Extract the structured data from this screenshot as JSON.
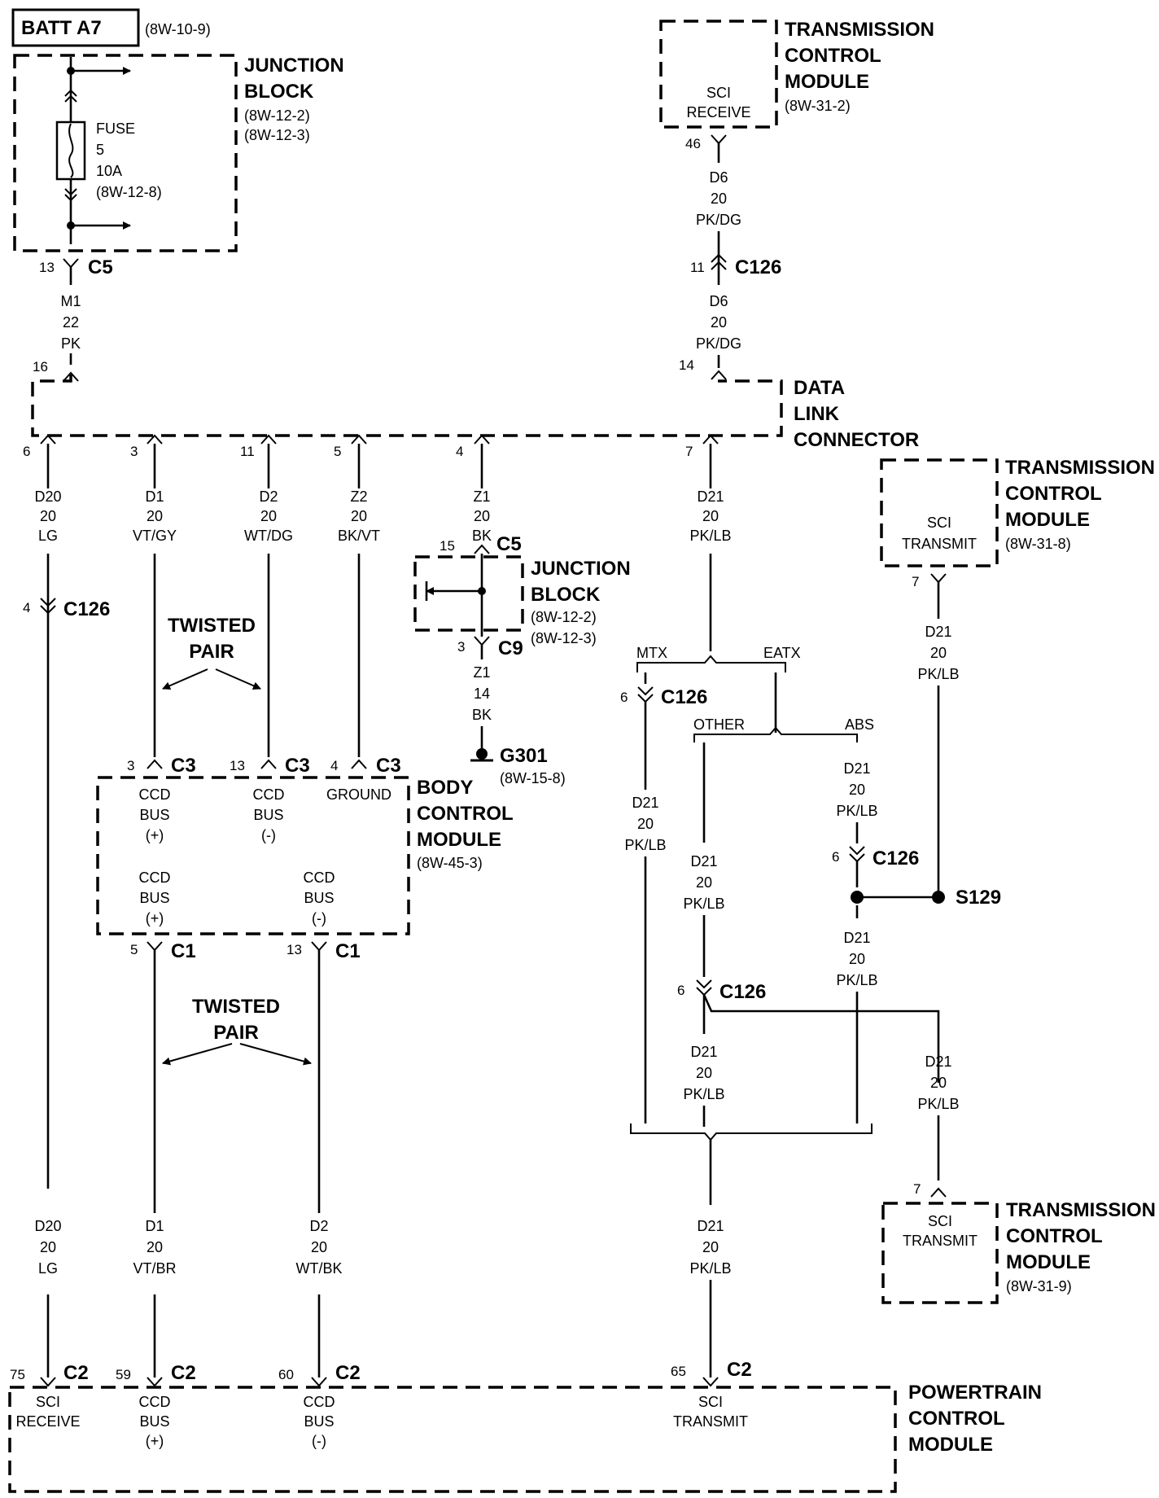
{
  "batt": {
    "label": "BATT A7",
    "ref": "(8W-10-9)"
  },
  "jb_top": {
    "title1": "JUNCTION",
    "title2": "BLOCK",
    "ref1": "(8W-12-2)",
    "ref2": "(8W-12-3)"
  },
  "fuse": {
    "line1": "FUSE",
    "line2": "5",
    "line3": "10A",
    "line4": "(8W-12-8)"
  },
  "c5_top": {
    "pin": "13",
    "label": "C5"
  },
  "wire_m1": {
    "l1": "M1",
    "l2": "22",
    "l3": "PK"
  },
  "dlc": {
    "title1": "DATA",
    "title2": "LINK",
    "title3": "CONNECTOR",
    "pin16": "16",
    "pin14": "14",
    "p6": "6",
    "p3": "3",
    "p11": "11",
    "p5": "5",
    "p4": "4",
    "p7": "7"
  },
  "wire_d20": {
    "l1": "D20",
    "l2": "20",
    "l3": "LG"
  },
  "c126_left": {
    "pin": "4",
    "label": "C126"
  },
  "wire_d20b": {
    "l1": "D20",
    "l2": "20",
    "l3": "LG"
  },
  "wire_d1": {
    "l1": "D1",
    "l2": "20",
    "l3": "VT/GY"
  },
  "wire_d2": {
    "l1": "D2",
    "l2": "20",
    "l3": "WT/DG"
  },
  "wire_z2": {
    "l1": "Z2",
    "l2": "20",
    "l3": "BK/VT"
  },
  "twisted_top": {
    "l1": "TWISTED",
    "l2": "PAIR"
  },
  "twisted_bot": {
    "l1": "TWISTED",
    "l2": "PAIR"
  },
  "bcm": {
    "title1": "BODY",
    "title2": "CONTROL",
    "title3": "MODULE",
    "ref": "(8W-45-3)",
    "c3_label": "C3",
    "c3a_pin": "3",
    "c3b_pin": "13",
    "c3c_pin": "4",
    "c1_label": "C1",
    "c1a_pin": "5",
    "c1b_pin": "13",
    "t1a": "CCD",
    "t1b": "BUS",
    "t1c": "(+)",
    "t2a": "CCD",
    "t2b": "BUS",
    "t2c": "(-)",
    "t3": "GROUND",
    "b1a": "CCD",
    "b1b": "BUS",
    "b1c": "(+)",
    "b2a": "CCD",
    "b2b": "BUS",
    "b2c": "(-)"
  },
  "wire_d1b": {
    "l1": "D1",
    "l2": "20",
    "l3": "VT/BR"
  },
  "wire_d2b": {
    "l1": "D2",
    "l2": "20",
    "l3": "WT/BK"
  },
  "wire_z1": {
    "l1": "Z1",
    "l2": "20",
    "l3": "BK"
  },
  "jb_mid": {
    "title1": "JUNCTION",
    "title2": "BLOCK",
    "ref1": "(8W-12-2)",
    "ref2": "(8W-12-3)",
    "c5_pin": "15",
    "c5_label": "C5",
    "c9_pin": "3",
    "c9_label": "C9"
  },
  "wire_z1b": {
    "l1": "Z1",
    "l2": "14",
    "l3": "BK"
  },
  "ground": {
    "label": "G301",
    "ref": "(8W-15-8)"
  },
  "tcm_top": {
    "title1": "TRANSMISSION",
    "title2": "CONTROL",
    "title3": "MODULE",
    "ref": "(8W-31-2)",
    "t1": "SCI",
    "t2": "RECEIVE",
    "pin": "46"
  },
  "wire_d6a": {
    "l1": "D6",
    "l2": "20",
    "l3": "PK/DG"
  },
  "c126_top": {
    "pin": "11",
    "label": "C126"
  },
  "wire_d6b": {
    "l1": "D6",
    "l2": "20",
    "l3": "PK/DG"
  },
  "wire_d21a": {
    "l1": "D21",
    "l2": "20",
    "l3": "PK/LB"
  },
  "split1": {
    "left": "MTX",
    "right": "EATX"
  },
  "c126_mtx": {
    "pin": "6",
    "label": "C126"
  },
  "wire_d21mtx": {
    "l1": "D21",
    "l2": "20",
    "l3": "PK/LB"
  },
  "split2": {
    "left": "OTHER",
    "right": "ABS"
  },
  "wire_d21oth": {
    "l1": "D21",
    "l2": "20",
    "l3": "PK/LB"
  },
  "c126_oth": {
    "pin": "6",
    "label": "C126"
  },
  "wire_d21oth2": {
    "l1": "D21",
    "l2": "20",
    "l3": "PK/LB"
  },
  "wire_d21r": {
    "l1": "D21",
    "l2": "20",
    "l3": "PK/LB"
  },
  "wire_d21abs": {
    "l1": "D21",
    "l2": "20",
    "l3": "PK/LB"
  },
  "c126_abs": {
    "pin": "6",
    "label": "C126"
  },
  "splice": {
    "label": "S129"
  },
  "wire_d21abs2": {
    "l1": "D21",
    "l2": "20",
    "l3": "PK/LB"
  },
  "tcm_mid": {
    "title1": "TRANSMISSION",
    "title2": "CONTROL",
    "title3": "MODULE",
    "ref": "(8W-31-8)",
    "t1": "SCI",
    "t2": "TRANSMIT",
    "pin": "7"
  },
  "wire_d21tcm": {
    "l1": "D21",
    "l2": "20",
    "l3": "PK/LB"
  },
  "wire_d21pcm": {
    "l1": "D21",
    "l2": "20",
    "l3": "PK/LB"
  },
  "tcm_bot": {
    "title1": "TRANSMISSION",
    "title2": "CONTROL",
    "title3": "MODULE",
    "ref": "(8W-31-9)",
    "t1": "SCI",
    "t2": "TRANSMIT",
    "pin": "7"
  },
  "pcm": {
    "title1": "POWERTRAIN",
    "title2": "CONTROL",
    "title3": "MODULE",
    "c2": "C2",
    "pin75": "75",
    "pin59": "59",
    "pin60": "60",
    "pin65": "65",
    "sci_r1": "SCI",
    "sci_r2": "RECEIVE",
    "ccdp1": "CCD",
    "ccdp2": "BUS",
    "ccdp3": "(+)",
    "ccdm1": "CCD",
    "ccdm2": "BUS",
    "ccdm3": "(-)",
    "sci_t1": "SCI",
    "sci_t2": "TRANSMIT"
  }
}
